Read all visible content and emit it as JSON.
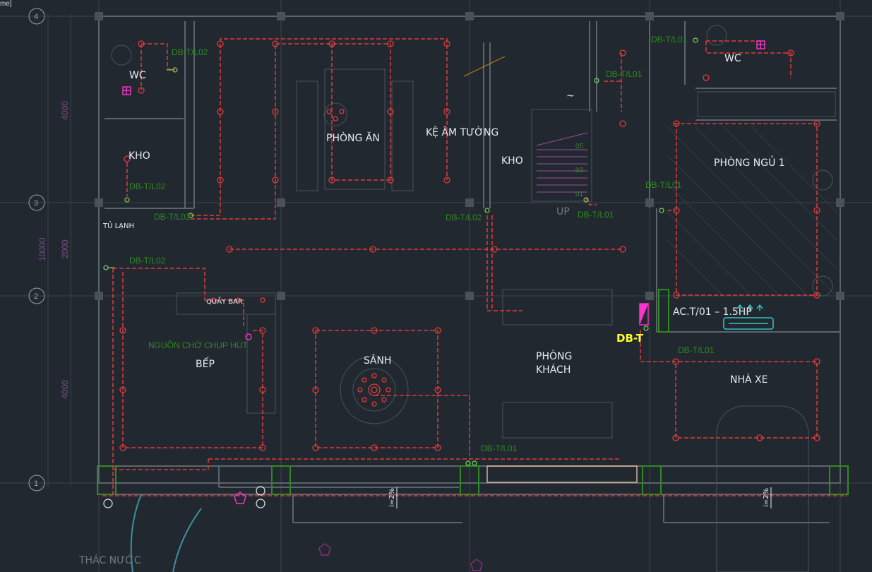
{
  "corner_label": "me]",
  "grid_axes": [
    "4",
    "3",
    "2",
    "1"
  ],
  "dimensions": [
    "4000",
    "2000",
    "10000",
    "4000"
  ],
  "rooms": {
    "wc_left": "WC",
    "wc_right": "WC",
    "kho_left": "KHO",
    "kho_center": "KHO",
    "phong_an": "PHÒNG ĂN",
    "ke_am_tuong": "KỆ ÂM TƯỜNG",
    "phong_ngu": "PHÒNG NGỦ 1",
    "tu_lanh": "TỦ LẠNH",
    "quay_bar": "QUẦY BAR",
    "bep": "BẾP",
    "sanh": "SẢNH",
    "phong_khach_1": "PHÒNG",
    "phong_khach_2": "KHÁCH",
    "nha_xe": "NHÀ XE",
    "thac_nuoc": "THÁC NƯỚC"
  },
  "tags": {
    "l02": "DB-T/L02",
    "l01": "DB-T/L01",
    "nguon": "NGUỒN CHỜ CHỤP HÚT"
  },
  "panel": {
    "name": "DB-T",
    "ac_label": "AC.T/01 – 1.5HP"
  },
  "stair": {
    "steps": [
      "05",
      "03",
      "01"
    ],
    "up": "UP",
    "tilde": "~"
  },
  "slope": "i=2%",
  "colors": {
    "background": "#212830",
    "wire": "#e23b3b",
    "fixture": "#e23b3b",
    "tag": "#2f8a1f",
    "wall": "#5c656b",
    "panel": "#ffff33",
    "pink": "#ff33cc",
    "cyan": "#33e0e6"
  }
}
